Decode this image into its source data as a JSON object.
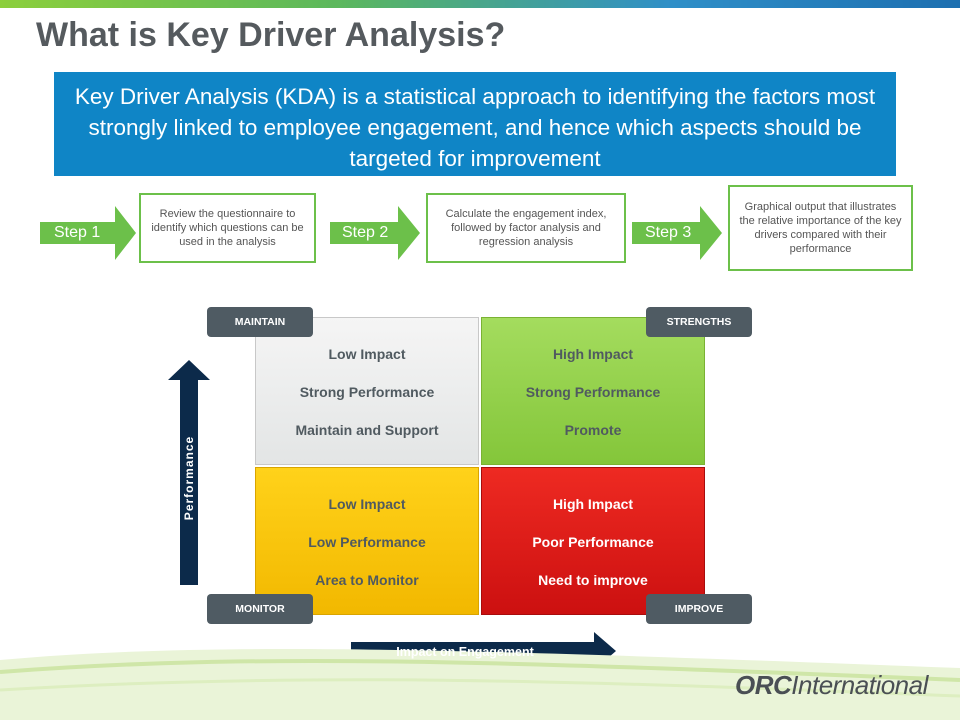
{
  "title": "What is Key Driver Analysis?",
  "banner": "Key Driver Analysis (KDA) is a statistical approach to identifying the factors most strongly linked to employee engagement, and hence which aspects should be targeted for improvement",
  "steps": [
    {
      "label": "Step 1",
      "text": "Review the questionnaire to identify which questions can be used in the analysis"
    },
    {
      "label": "Step 2",
      "text": "Calculate the engagement index, followed by factor analysis and regression analysis"
    },
    {
      "label": "Step 3",
      "text": "Graphical output that illustrates the relative importance of the key drivers compared with their performance"
    }
  ],
  "quadrants": {
    "top_left": [
      "Low Impact",
      "Strong Performance",
      "Maintain and Support"
    ],
    "top_right": [
      "High Impact",
      "Strong Performance",
      "Promote"
    ],
    "bottom_left": [
      "Low Impact",
      "Low Performance",
      "Area to Monitor"
    ],
    "bottom_right": [
      "High Impact",
      "Poor Performance",
      "Need to improve"
    ]
  },
  "tags": {
    "maintain": "MAINTAIN",
    "strengths": "STRENGTHS",
    "monitor": "MONITOR",
    "improve": "IMPROVE"
  },
  "axes": {
    "y_label": "Performance",
    "x_label": "Impact on Engagement"
  },
  "logo": {
    "bold": "ORC",
    "rest": "International"
  },
  "colors": {
    "banner": "#0f85c6",
    "step_green": "#6cc04a",
    "arrow_navy": "#0c2a4a",
    "tag_grey": "#4f5b63",
    "quad_grey": "#e3e5e5",
    "quad_green": "#84c63a",
    "quad_yellow": "#f2b800",
    "quad_red": "#cc1010"
  }
}
